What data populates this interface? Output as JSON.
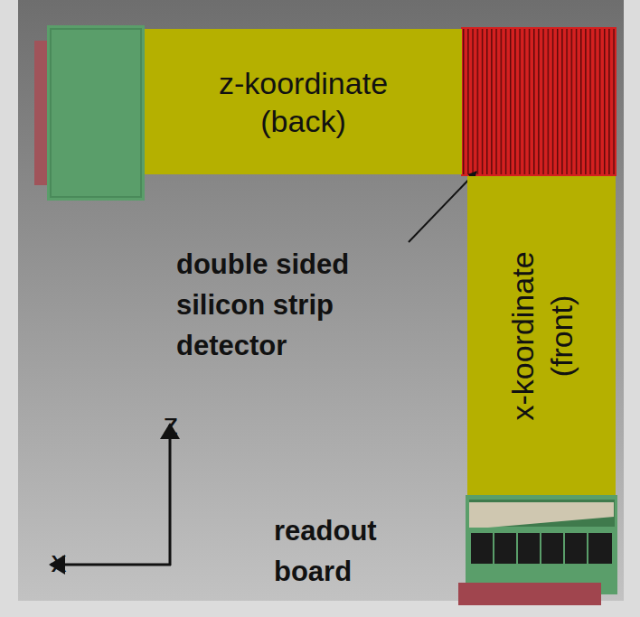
{
  "diagram": {
    "nodes": [
      {
        "text": [
          "z-koordinate (back)"
        ]
      },
      {
        "text": [
          "x-koordinate (front)"
        ]
      }
    ],
    "labels": [
      "double sided silicon strip detector",
      "z",
      "x",
      "readout board"
    ]
  }
}
